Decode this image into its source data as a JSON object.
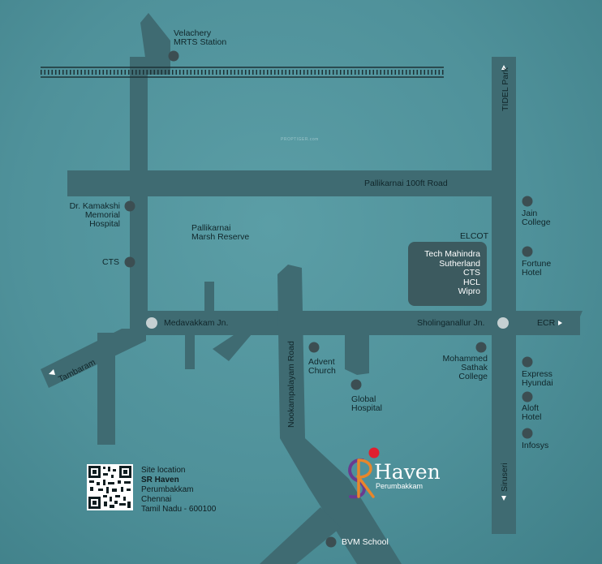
{
  "roads": {
    "pallikarnai_100ft": "Pallikarnai 100ft Road",
    "tidel_park": "TIDEL Park",
    "tambaram": "Tambaram",
    "nookampalayam": "Nookampalayam Road",
    "ecr": "ECR",
    "siruseri": "Siruseri"
  },
  "junctions": {
    "medavakkam": "Medavakkam Jn.",
    "sholinganallur": "Sholinganallur Jn."
  },
  "landmarks": {
    "velachery": [
      "Velachery",
      "MRTS Station"
    ],
    "kamakshi": [
      "Dr. Kamakshi",
      "Memorial",
      "Hospital"
    ],
    "cts_left": "CTS",
    "marsh": [
      "Pallikarnai",
      "Marsh Reserve"
    ],
    "elcot": "ELCOT",
    "advent": [
      "Advent",
      "Church"
    ],
    "global": [
      "Global",
      "Hospital"
    ],
    "sathak": [
      "Mohammed",
      "Sathak",
      "College"
    ],
    "jain": [
      "Jain",
      "College"
    ],
    "fortune": [
      "Fortune",
      "Hotel"
    ],
    "express": [
      "Express",
      "Hyundai"
    ],
    "aloft": [
      "Aloft",
      "Hotel"
    ],
    "infosys": "Infosys",
    "bvm": "BVM School"
  },
  "it_companies": [
    "Tech Mahindra",
    "Sutherland",
    "CTS",
    "HCL",
    "Wipro"
  ],
  "site": {
    "heading": "Site location",
    "name": "SR Haven",
    "line1": "Perumbakkam",
    "line2": "Chennai",
    "line3": "Tamil Nadu - 600100"
  },
  "logo": {
    "name": "Haven",
    "sub": "Perumbakkam",
    "monogram": "SR"
  },
  "watermark": "PROPTIGER.com",
  "colors": {
    "road": "#3f6b72",
    "bg": "#5396a0",
    "marker": "#3c4e52",
    "junction": "#c5d0d2",
    "logo_dot": "#e01e2e",
    "logo_orange": "#e8862a",
    "logo_purple": "#6a3b8f"
  }
}
